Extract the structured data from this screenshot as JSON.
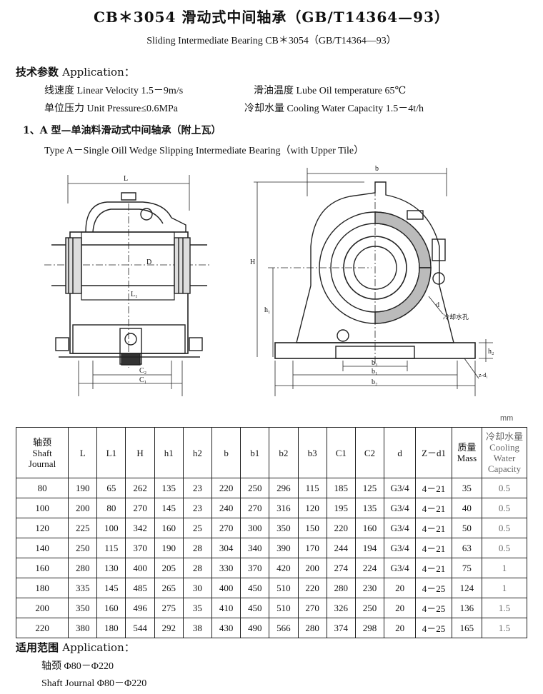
{
  "title": "CB＊3054 滑动式中间轴承（GB/T14364—93）",
  "subtitle": "Sliding Intermediate Bearing CB＊3054（GB/T14364—93）",
  "tech": {
    "heading_cn": "技术参数",
    "heading_en": "Application：",
    "line1_left": "线速度 Linear Velocity  1.5－9m/s",
    "line1_right": "滑油温度 Lube Oil temperature  65℃",
    "line2_left": "单位压力 Unit Pressure≤0.6MPa",
    "line2_right": "冷却水量 Cooling Water Capacity 1.5－4t/h"
  },
  "type_a": {
    "heading_cn": "1、A 型—单油料滑动式中间轴承（附上瓦）",
    "heading_en": "Type A－Single Oill Wedge Slipping Intermediate Bearing（with Upper Tile）"
  },
  "drawing_labels": {
    "L": "L",
    "D": "D",
    "L1": "L₁",
    "C2": "C₂",
    "C1": "C₁",
    "b": "b",
    "H": "H",
    "h1": "h₁",
    "h2": "h₂",
    "b1": "b₁",
    "b2": "b₂",
    "b3": "b₃",
    "d": "d",
    "cooling": "冷却水孔",
    "zd": "z-d₁"
  },
  "unit": "mm",
  "table": {
    "headers": [
      "轴颈\nShaft\nJournal",
      "L",
      "L1",
      "H",
      "h1",
      "h2",
      "b",
      "b1",
      "b2",
      "b3",
      "C1",
      "C2",
      "d",
      "Z－d1",
      "质量\nMass",
      "冷却水量\nCooling\nWater\nCapacity"
    ],
    "rows": [
      [
        "80",
        "190",
        "65",
        "262",
        "135",
        "23",
        "220",
        "250",
        "296",
        "115",
        "185",
        "125",
        "G3/4",
        "4－21",
        "35",
        "0.5"
      ],
      [
        "100",
        "200",
        "80",
        "270",
        "145",
        "23",
        "240",
        "270",
        "316",
        "120",
        "195",
        "135",
        "G3/4",
        "4－21",
        "40",
        "0.5"
      ],
      [
        "120",
        "225",
        "100",
        "342",
        "160",
        "25",
        "270",
        "300",
        "350",
        "150",
        "220",
        "160",
        "G3/4",
        "4－21",
        "50",
        "0.5"
      ],
      [
        "140",
        "250",
        "115",
        "370",
        "190",
        "28",
        "304",
        "340",
        "390",
        "170",
        "244",
        "194",
        "G3/4",
        "4－21",
        "63",
        "0.5"
      ],
      [
        "160",
        "280",
        "130",
        "400",
        "205",
        "28",
        "330",
        "370",
        "420",
        "200",
        "274",
        "224",
        "G3/4",
        "4－21",
        "75",
        "1"
      ],
      [
        "180",
        "335",
        "145",
        "485",
        "265",
        "30",
        "400",
        "450",
        "510",
        "220",
        "280",
        "230",
        "20",
        "4－25",
        "124",
        "1"
      ],
      [
        "200",
        "350",
        "160",
        "496",
        "275",
        "35",
        "410",
        "450",
        "510",
        "270",
        "326",
        "250",
        "20",
        "4－25",
        "136",
        "1.5"
      ],
      [
        "220",
        "380",
        "180",
        "544",
        "292",
        "38",
        "430",
        "490",
        "566",
        "280",
        "374",
        "298",
        "20",
        "4－25",
        "165",
        "1.5"
      ]
    ]
  },
  "application": {
    "heading_cn": "适用范围",
    "heading_en": "Application：",
    "line_cn": "轴颈 Φ80－Φ220",
    "line_en": "Shaft Journal Φ80－Φ220"
  }
}
